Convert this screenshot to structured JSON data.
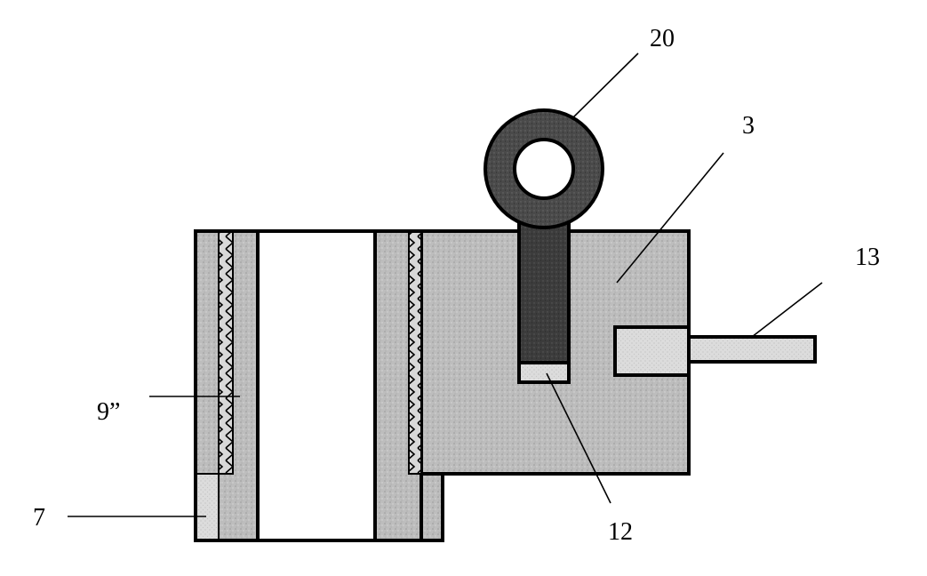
{
  "labels": {
    "ref_20": "20",
    "ref_3": "3",
    "ref_13": "13",
    "ref_9": "9”",
    "ref_7": "7",
    "ref_12": "12"
  },
  "colors": {
    "background": "#ffffff",
    "outline": "#000000",
    "body_fill": "#bdbdbd",
    "eye_ring": "#4a4a4a",
    "shank": "#3c3c3c",
    "light_fill": "#dcdcdc",
    "tip_fill": "#f0f0f0",
    "bore_fill": "#ffffff"
  },
  "icons": {
    "lifting_eye": "ring-bolt-icon",
    "spring_layer": "zigzag-spring-icon"
  }
}
